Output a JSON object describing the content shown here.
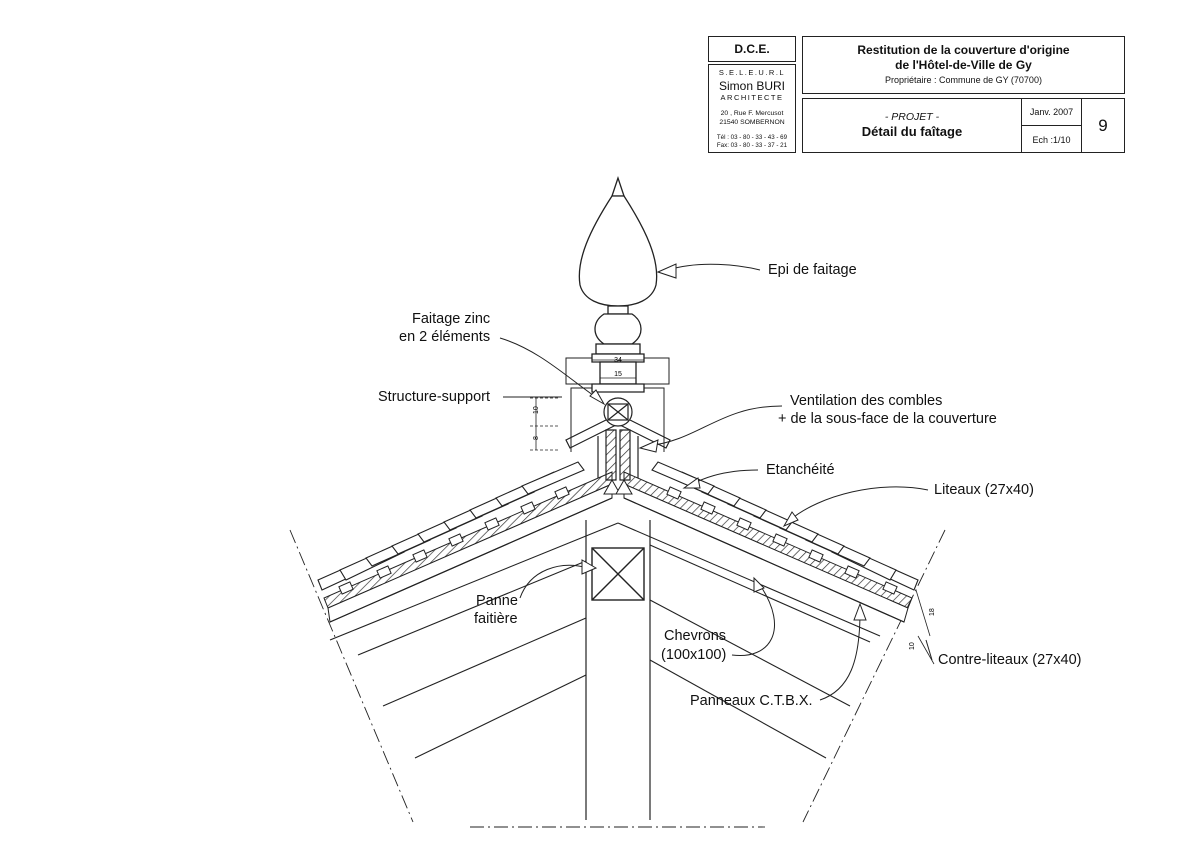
{
  "title_block": {
    "dce": "D.C.E.",
    "firm": {
      "name_line": "S.E.L.E.U.R.L",
      "architect_name": "Simon BURI",
      "architect_title": "ARCHITECTE",
      "address1": "20 , Rue  F. Mercusot",
      "address2": "21540  SOMBERNON",
      "tel": "Tél : 03 - 80 - 33 - 43 - 69",
      "fax": "Fax: 03 - 80 - 33 - 37 - 21"
    },
    "project_title1": "Restitution de la couverture d'origine",
    "project_title2": "de l'Hôtel-de-Ville de Gy",
    "owner": "Propriétaire : Commune de GY (70700)",
    "phase": "- PROJET -",
    "sheet_title": "Détail du faîtage",
    "date": "Janv. 2007",
    "scale": "Ech :1/10",
    "sheet_number": "9"
  },
  "labels": {
    "epi": "Epi de faitage",
    "faitage_zinc_1": "Faitage zinc",
    "faitage_zinc_2": "en 2 éléments",
    "structure_support": "Structure-support",
    "ventilation_1": "Ventilation des combles",
    "ventilation_2": "+ de la sous-face de la couverture",
    "etancheite": "Etanchéité",
    "liteaux": "Liteaux (27x40)",
    "panne_1": "Panne",
    "panne_2": "faitière",
    "chevrons_1": "Chevrons",
    "chevrons_2": "(100x100)",
    "panneaux": "Panneaux C.T.B.X.",
    "contre_liteaux": "Contre-liteaux (27x40)"
  },
  "dimensions": {
    "d34": "34",
    "d15": "15",
    "d10": "10",
    "d8": "8",
    "d18": "18",
    "d10b": "10"
  }
}
